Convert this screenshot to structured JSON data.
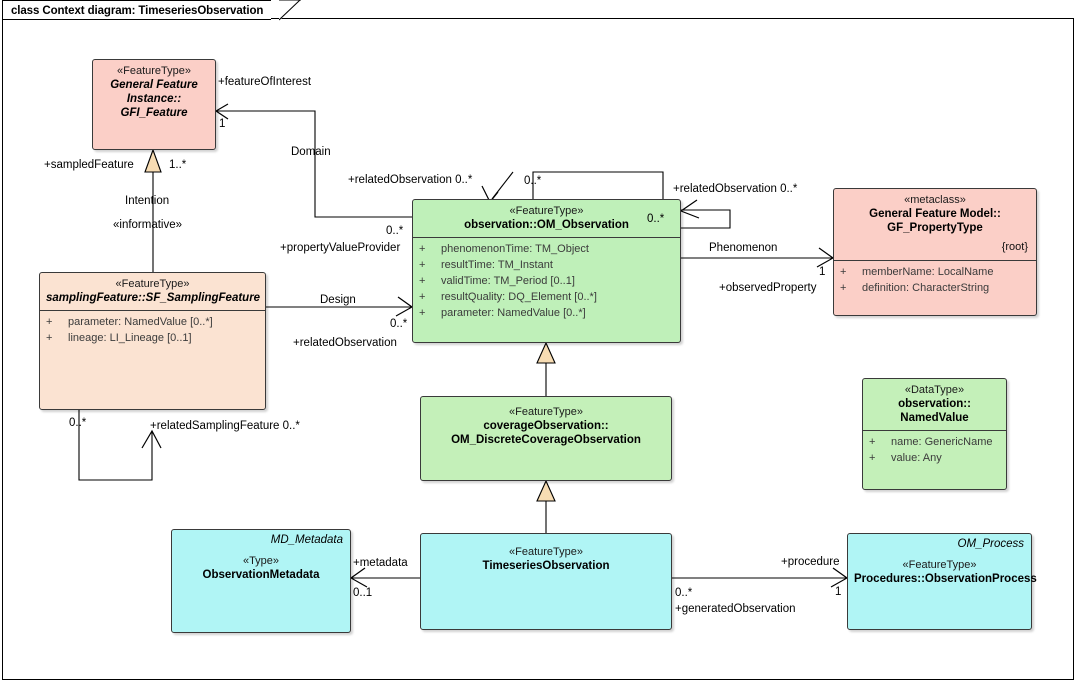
{
  "diagram": {
    "title": "class Context diagram: TimeseriesObservation",
    "type": "uml-class-diagram"
  },
  "classes": [
    {
      "id": "gfi_feature",
      "stereotype": "«FeatureType»",
      "name_line1": "General Feature",
      "name_line2": "Instance::",
      "name_line3": "GFI_Feature",
      "color": "#fbcfc7",
      "italic": true
    },
    {
      "id": "sf_samplingfeature",
      "stereotype": "«FeatureType»",
      "name": "samplingFeature::SF_SamplingFeature",
      "color": "#fbe3d2",
      "italic": true,
      "attributes": [
        {
          "vis": "+",
          "text": "parameter: NamedValue [0..*]"
        },
        {
          "vis": "+",
          "text": "lineage: LI_Lineage [0..1]"
        }
      ]
    },
    {
      "id": "om_observation",
      "stereotype": "«FeatureType»",
      "name": "observation::OM_Observation",
      "color": "#bff0b9",
      "attributes": [
        {
          "vis": "+",
          "text": "phenomenonTime: TM_Object"
        },
        {
          "vis": "+",
          "text": "resultTime: TM_Instant"
        },
        {
          "vis": "+",
          "text": "validTime: TM_Period [0..1]"
        },
        {
          "vis": "+",
          "text": "resultQuality: DQ_Element [0..*]"
        },
        {
          "vis": "+",
          "text": "parameter: NamedValue [0..*]"
        }
      ]
    },
    {
      "id": "gf_propertytype",
      "stereotype": "«metaclass»",
      "name_line1": "General Feature Model::",
      "name_line2": "GF_PropertyType",
      "constraint": "{root}",
      "color": "#fbcfc7",
      "attributes": [
        {
          "vis": "+",
          "text": "memberName: LocalName"
        },
        {
          "vis": "+",
          "text": "definition: CharacterString"
        }
      ]
    },
    {
      "id": "om_discretecoverageobservation",
      "stereotype": "«FeatureType»",
      "name_line1": "coverageObservation::",
      "name_line2": "OM_DiscreteCoverageObservation",
      "color": "#bff0b9"
    },
    {
      "id": "namedvalue",
      "stereotype": "«DataType»",
      "name_line1": "observation::",
      "name_line2": "NamedValue",
      "color": "#bff0b9",
      "attributes": [
        {
          "vis": "+",
          "text": "name: GenericName"
        },
        {
          "vis": "+",
          "text": "value: Any"
        }
      ]
    },
    {
      "id": "observationmetadata",
      "corner_tag": "MD_Metadata",
      "stereotype": "«Type»",
      "name": "ObservationMetadata",
      "color": "#b0f5f5"
    },
    {
      "id": "timeseriesobservation",
      "stereotype": "«FeatureType»",
      "name": "TimeseriesObservation",
      "color": "#b0f5f5"
    },
    {
      "id": "observationprocess",
      "corner_tag": "OM_Process",
      "stereotype": "«FeatureType»",
      "name": "Procedures::ObservationProcess",
      "color": "#b0f5f5"
    }
  ],
  "edge_labels": {
    "feature_of_interest_role": "+featureOfInterest",
    "feature_of_interest_mult": "1",
    "domain_name": "Domain",
    "sampled_feature_role": "+sampledFeature",
    "sampled_feature_mult": "1..*",
    "intention_name": "Intention",
    "intention_stereotype": "«informative»",
    "related_observation_left_role": "+relatedObservation 0..*",
    "related_observation_top_mult": "0..*",
    "related_observation_right_role": "+relatedObservation 0..*",
    "related_observation_right_mult": "0..*",
    "property_value_provider_role": "+propertyValueProvider",
    "domain_target_mult": "0..*",
    "design_name": "Design",
    "design_mult": "0..*",
    "design_role": "+relatedObservation",
    "phenomenon_name": "Phenomenon",
    "observed_property_role": "+observedProperty",
    "observed_property_mult": "1",
    "related_sampling_feature_mult": "0..*",
    "related_sampling_feature_role": "+relatedSamplingFeature 0..*",
    "metadata_role": "+metadata",
    "metadata_mult": "0..1",
    "procedure_role": "+procedure",
    "procedure_mult": "1",
    "generated_observation_mult": "0..*",
    "generated_observation_role": "+generatedObservation"
  }
}
